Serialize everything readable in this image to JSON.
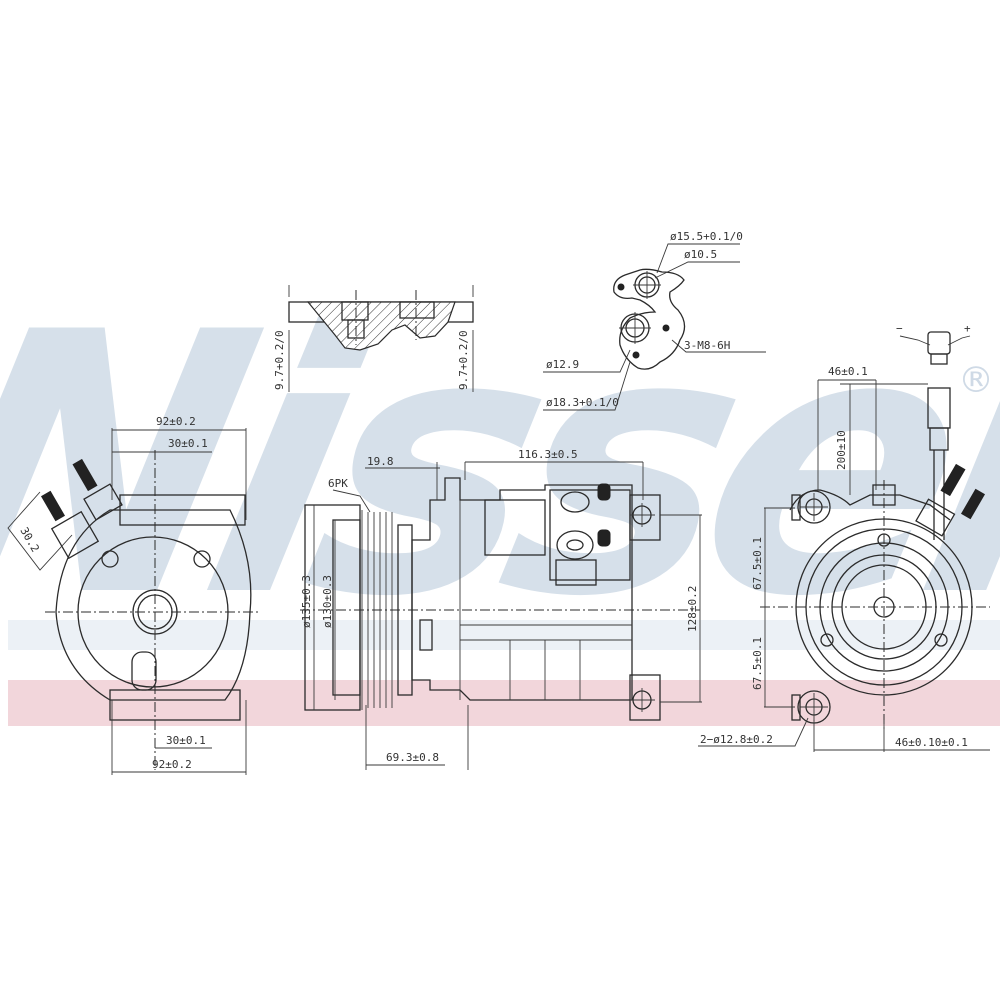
{
  "brand": {
    "watermark_text": "Nissens",
    "registered_mark": "®",
    "watermark_color": "#d6e0ea",
    "stripe_color": "#f2d6db"
  },
  "drawing": {
    "subject": "A/C compressor technical drawing",
    "line_color": "#2b2b2b",
    "views": {
      "left_end_view": {
        "labels": {
          "top_width": "92±0.2",
          "top_offset": "30±0.1",
          "bottom_offset": "30±0.1",
          "bottom_width": "92±0.2",
          "fitting_angle": "30.2"
        }
      },
      "flange_section": {
        "labels": {
          "left_depth": "9.7+0.2/0",
          "right_depth": "9.7+0.2/0"
        }
      },
      "port_detail": {
        "labels": {
          "port_outer": "ø15.5+0.1/0",
          "port_inner": "ø10.5",
          "thread": "3-M8-6H",
          "port2_inner": "ø12.9",
          "port2_outer": "ø18.3+0.1/0"
        }
      },
      "side_view": {
        "labels": {
          "pulley_type": "6PK",
          "pulley_offset": "19.8",
          "overall_length": "116.3±0.5",
          "pulley_outer_dia": "ø135±0.3",
          "pulley_inner_dia": "ø130±0.3",
          "mount_height": "128±0.2",
          "pulley_to_mount": "69.3±0.8"
        }
      },
      "right_end_view": {
        "labels": {
          "connector_minus": "−",
          "connector_plus": "+",
          "connector_width": "46±0.1",
          "cable_length": "200±10",
          "upper_mount": "67.5±0.1",
          "lower_mount": "67.5±0.1",
          "mount_holes": "2−ø12.8±0.2",
          "mount_spacing": "46±0.10±0.1"
        }
      }
    }
  }
}
